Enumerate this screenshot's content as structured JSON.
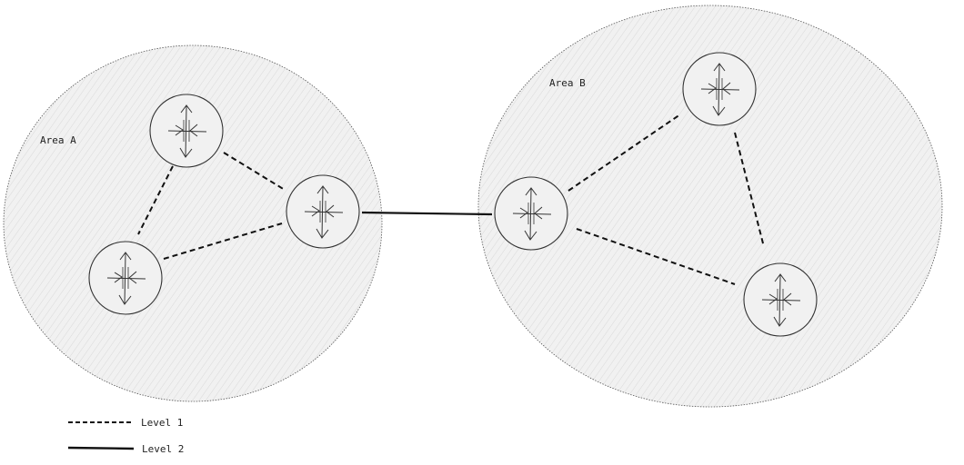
{
  "areas": [
    {
      "label": "Area A"
    },
    {
      "label": "Area B"
    }
  ],
  "legend": [
    {
      "label": "Level 1",
      "style": "dashed"
    },
    {
      "label": "Level 2",
      "style": "solid"
    }
  ],
  "colors": {
    "area_fill": "#f1f1f1",
    "area_stroke": "#555555",
    "hatch": "#d9d9d9",
    "line": "#111111",
    "router_stroke": "#333333"
  },
  "router_icon": "router-arrows-icon"
}
